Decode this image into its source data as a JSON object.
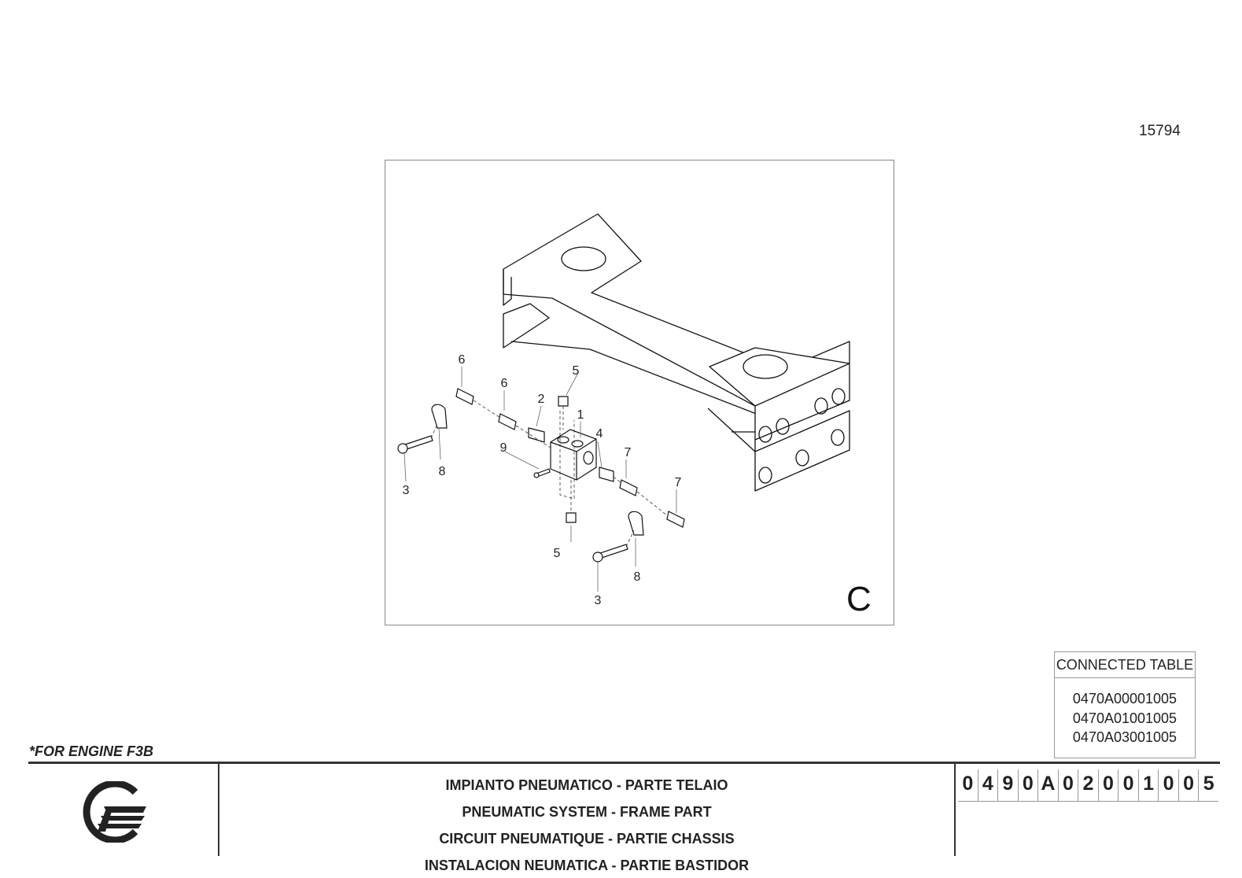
{
  "sheet": {
    "number": "15794",
    "view_letter": "C"
  },
  "drawing": {
    "callouts": {
      "c1": "1",
      "c2": "2",
      "c3a": "3",
      "c3b": "3",
      "c4": "4",
      "c5a": "5",
      "c5b": "5",
      "c6a": "6",
      "c6b": "6",
      "c7a": "7",
      "c7b": "7",
      "c8a": "8",
      "c8b": "8",
      "c9": "9"
    }
  },
  "connected_table": {
    "title": "CONNECTED TABLE",
    "items": [
      "0470A00001005",
      "0470A01001005",
      "0470A03001005"
    ]
  },
  "note": "*FOR ENGINE F3B",
  "title_block": {
    "titles": [
      "IMPIANTO PNEUMATICO - PARTE TELAIO",
      "PNEUMATIC SYSTEM - FRAME PART",
      "CIRCUIT PNEUMATIQUE - PARTIE CHASSIS",
      "INSTALACION NEUMATICA - PARTIE BASTIDOR"
    ],
    "code_chars": [
      "0",
      "4",
      "9",
      "0",
      "A",
      "0",
      "2",
      "0",
      "0",
      "1",
      "0",
      "0",
      "5"
    ]
  },
  "icons": {
    "logo": "company-logo-icon"
  }
}
